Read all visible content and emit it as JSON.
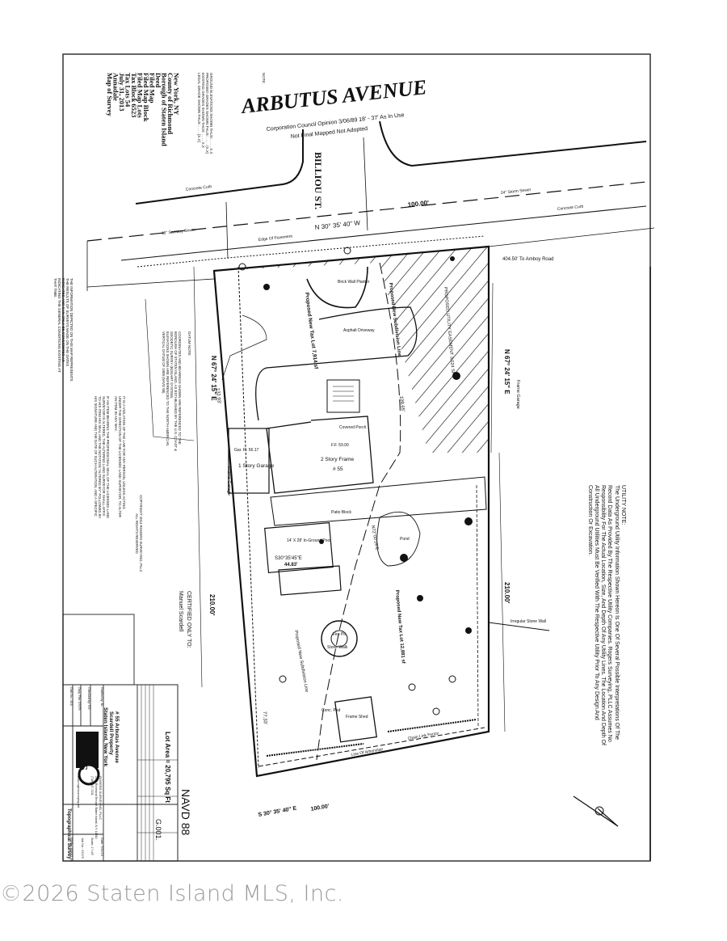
{
  "street": {
    "name": "ARBUTUS AVENUE",
    "note_1": "Corporation Council Opinion 3/06/89 18' - 37' As In Use",
    "note_2": "Not Final Mapped   Not Adopted",
    "cross_street": "BILLIOU ST.",
    "front_bearing": "N 30° 35' 40\" W",
    "front_distance": "100.00'",
    "to_amboy": "404.50' To Amboy Road",
    "labels": [
      "Concrete Curb",
      "Edge Of Pavement",
      "15\" Sanitary Sewer",
      "24\" Storm Sewer",
      "Concrete Curb"
    ]
  },
  "title_notes": {
    "lines": [
      "Map of Survey",
      "Annadale",
      "July 31, 2013",
      "Tax Lots 54",
      "Tax Block 6523",
      "Filed Map Lots",
      "Filed Map Block",
      "Filed Map",
      "Deed",
      "Borough of Staten Island",
      "County of Richmond",
      "New York, NY"
    ],
    "legend": [
      "LEGAL GRADE SHOWN THUS: . . . . [X.X]",
      "EXISTING GRADES SHOWN THUS: . . . . X.X",
      "PROPOSED GRADES SHOWN THUS: . . . . (X.X)",
      "GROUND ELEVATIONS SHOWN THUS: . . . . X.X"
    ],
    "note_title": "NOTE:",
    "note": "THE INFORMATION DEPICTED ON THIS MAP REPRESENTS THE RESULTS OF SURVEYS MADE ON THE DATES INDICATED AND CAN ONLY BE CONSIDERED AS INDICATING THE GENERAL CONDITIONS EXISTING AT THAT TIME."
  },
  "datum": {
    "title": "DATUM NOTE:",
    "text_1": "COORDINATES AND BEARINGS SHOWN ARE REFERENCED TO THE BOROUGH OF STATEN ISLAND, AS ESTABLISHED BY THE U.S. COAST & GEODETIC SURVEY (BOGART SYSTEM).",
    "text_2": "ELEVATIONS SHOWN ARE REFERENCED TO THE NORTH AMERICAN VERTICAL DATUM OF 1988 (NAVD 88).",
    "copyright": "COPYRIGHT 2013 ROGERS SURVEYING, PLLC",
    "rights": "ALL RIGHTS RESERVED",
    "violation_1": "IT IS A VIOLATION OF THE LAW FOR ANY PERSON, UNLESS ACTING UNDER THE DIRECTION OF THE LICENSED LAND SURVEYOR, TO ALTER AN ITEM IN ANY WAY.",
    "violation_2": "IF AN ITEM BEARING THE PROFESSIONAL SEAL OF THE LICENSED LAND SURVEYOR IS ALTERED, THE ALTERING LAND SURVEYOR SHALL AFFIX TO HIS ITEM HIS SEAL AND THE NOTATION \"ALTERED BY\" FOLLOWED BY HIS SIGNATURE AND THE DATE OF SUCH ALTERATION, AND A SPECIFIC DESCRIPTION OF THE ALTERATION."
  },
  "certified": {
    "title": "CERTIFIED ONLY TO:",
    "name": "Manuel Scardell"
  },
  "utility_note": {
    "title": "UTILITY NOTE:",
    "text": "The Underground Utility Information Shown Hereon Is One Of Several Possible Interpretations Of The Record Data As Provided By The Respective Utility Companies. Rogers Surveying, PLLC Assumes No Responsibility For The Actual Location, Size, And Depth Of Any Utility Lines. The Location And Depth Of All Underground Utilities Must Be Verified With The Respective Utility Prior To Any Design And Construction Or Excavation."
  },
  "plan": {
    "proposed_lot_1": "Proposed New Tax Lot 7,914 sf",
    "proposed_lot_2": "Proposed New Tax Lot 12,881 sf",
    "subdivision_line": "Proposed New Subdivision Line",
    "easement": "PROPOSED UTILITY EASEMENT 3,024 SF",
    "house": "2 Story Frame",
    "house_no": "# 55",
    "ff": "F.F. 59.00",
    "garage": "1 Story Garage",
    "garage_fl": "Gar. Fl. 56.17",
    "porch": "Covered Porch",
    "driveway": "Asphalt Driveway",
    "planter": "Brick Wall Planter",
    "pool": "14' X 28' In-Ground Pool",
    "patio": "Patio Block",
    "pond": "Pond",
    "fire_pit": "Fire Pit",
    "stone_walk": "Stone Walk",
    "shed": "Frame Shed",
    "conc_pad": "Conc. Pad",
    "arborvitae": "Line Of Arborvitae",
    "chain_fence": "Chain Link Fence",
    "frame_garage": "Frame Garage",
    "stone_wall": "Irregular Stone Wall",
    "bearing_side": "N 67° 24' 15\" E",
    "side_distance": "210.00'",
    "rear_bearing": "S 30° 35' 40\" E",
    "rear_distance": "100.00'",
    "lot_area": "Lot Area = 20,795 Sq Ft",
    "navd": "NAVD 88",
    "drawing_no": "G.001.",
    "dims": [
      "109.65'",
      "132.93'",
      "77.33'",
      "44.83'",
      "S30°35'45\"E",
      "N72°00'15\"E"
    ]
  },
  "title_block": {
    "company": "ROGERS SURVEYING, PLLC",
    "address": "1532 Richmond Terrace Staten Island, N.Y. 10310",
    "phone": "(718) 447-7211",
    "web": "www.rogerssurveying.net",
    "project_1": "# 55 Arbutus Avenue",
    "project_2": "Scardell Property",
    "project_3": "Staten Island, New York",
    "sheet_title": "Topographical Survey",
    "date_label": "Date:",
    "date": "7/31/13",
    "scale_label": "Scale:",
    "scale": "1\"=18'",
    "job_label": "Job No.:",
    "job": "37479",
    "drawn_label": "Drafted by:",
    "drawn": "BL",
    "checked_label": "Checked by:",
    "checked": "ED",
    "dwg_label": "Dwg. File:",
    "dwg": "37479",
    "fb_label": "FB/Pg:",
    "fb": "868/82-84",
    "disk_label": "Disk No.:",
    "disk": "810"
  },
  "watermark": "©2026 Staten Island MLS, Inc."
}
